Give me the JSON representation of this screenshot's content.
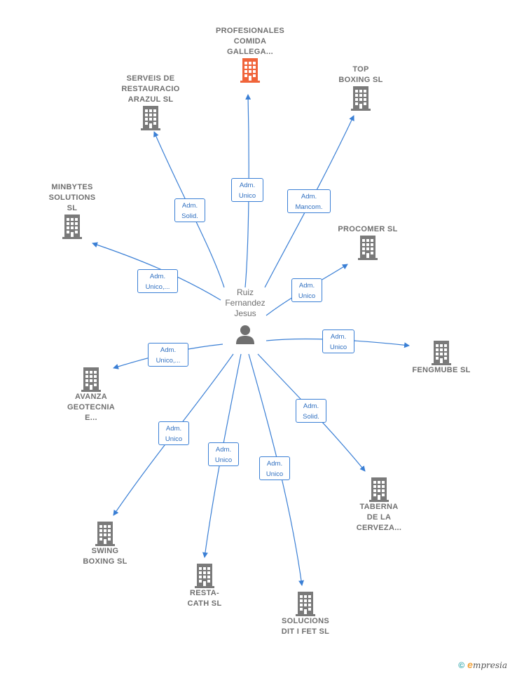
{
  "center": {
    "name": "Ruiz\nFernandez\nJesus"
  },
  "companies": [
    {
      "name": "PROFESIONALES\nCOMIDA\nGALLEGA...",
      "role": "Adm.\nUnico",
      "highlight": true,
      "color": "#f0643a"
    },
    {
      "name": "SERVEIS DE\nRESTAURACIO\nARAZUL  SL",
      "role": "Adm.\nSolid."
    },
    {
      "name": "TOP\nBOXING SL",
      "role": "Adm.\nMancom."
    },
    {
      "name": "MINBYTES\nSOLUTIONS\nSL",
      "role": "Adm.\nUnico,..."
    },
    {
      "name": "PROCOMER SL",
      "role": "Adm.\nUnico"
    },
    {
      "name": "FENGMUBE  SL",
      "role": "Adm.\nUnico"
    },
    {
      "name": "AVANZA\nGEOTECNIA\nE...",
      "role": "Adm.\nUnico,..."
    },
    {
      "name": "TABERNA\nDE LA\nCERVEZA...",
      "role": "Adm.\nSolid."
    },
    {
      "name": "SWING\nBOXING SL",
      "role": "Adm.\nUnico"
    },
    {
      "name": "RESTA-\nCATH SL",
      "role": "Adm.\nUnico"
    },
    {
      "name": "SOLUCIONS\nDIT I FET  SL",
      "role": "Adm.\nUnico"
    }
  ],
  "colors": {
    "edge": "#3a7fd5",
    "building": "#7a7a7a",
    "highlight": "#f0643a"
  },
  "footer": {
    "copyright": "©",
    "brand_e": "e",
    "brand_rest": "mpresia"
  }
}
